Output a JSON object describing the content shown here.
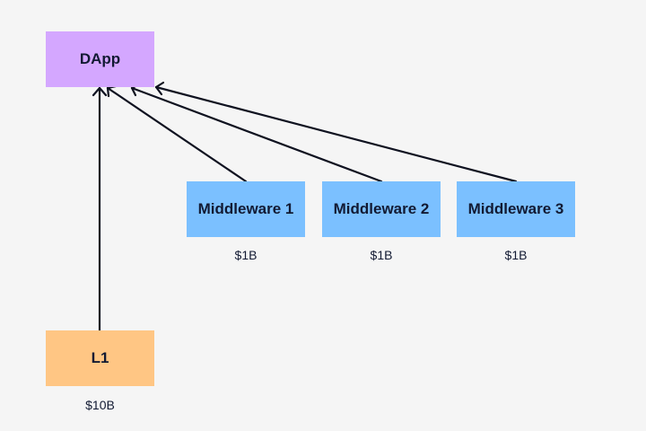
{
  "nodes": {
    "dapp": {
      "label": "DApp",
      "color": "#d4a7ff"
    },
    "l1": {
      "label": "L1",
      "value": "$10B",
      "color": "#ffc684"
    },
    "middleware": [
      {
        "label": "Middleware 1",
        "value": "$1B",
        "color": "#7bc0ff"
      },
      {
        "label": "Middleware 2",
        "value": "$1B",
        "color": "#7bc0ff"
      },
      {
        "label": "Middleware 3",
        "value": "$1B",
        "color": "#7bc0ff"
      }
    ]
  },
  "edges": [
    {
      "from": "l1",
      "to": "dapp"
    },
    {
      "from": "middleware-1",
      "to": "dapp"
    },
    {
      "from": "middleware-2",
      "to": "dapp"
    },
    {
      "from": "middleware-3",
      "to": "dapp"
    }
  ],
  "colors": {
    "background": "#f5f5f5",
    "text": "#121a33",
    "edge": "#0f1220"
  }
}
